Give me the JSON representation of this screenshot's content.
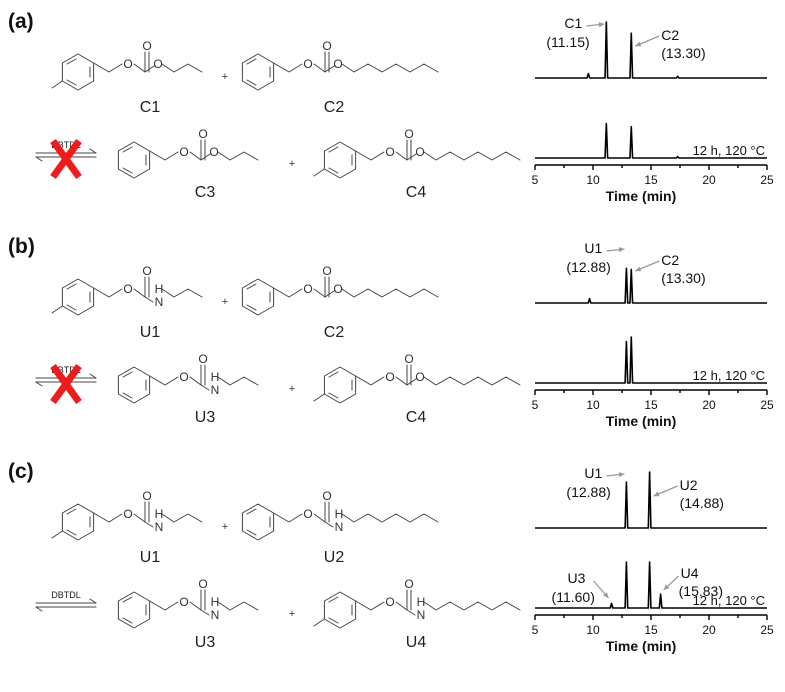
{
  "panels": [
    {
      "label": "(a)",
      "top": {
        "left": "C1",
        "right": "C2"
      },
      "bottom": {
        "left": "C3",
        "right": "C4",
        "catalyst": "DBTDL",
        "blocked": true
      },
      "chrom_top": {
        "peaks": [
          {
            "label": "C1",
            "time": "(11.15)"
          },
          {
            "label": "C2",
            "time": "(13.30)"
          }
        ]
      },
      "chrom_bottom": {
        "condition": "12 h, 120 °C",
        "peaks": []
      }
    },
    {
      "label": "(b)",
      "top": {
        "left": "U1",
        "right": "C2"
      },
      "bottom": {
        "left": "U3",
        "right": "C4",
        "catalyst": "DBTDL",
        "blocked": true
      },
      "chrom_top": {
        "peaks": [
          {
            "label": "U1",
            "time": "(12.88)"
          },
          {
            "label": "C2",
            "time": "(13.30)"
          }
        ]
      },
      "chrom_bottom": {
        "condition": "12 h, 120 °C",
        "peaks": []
      }
    },
    {
      "label": "(c)",
      "top": {
        "left": "U1",
        "right": "U2"
      },
      "bottom": {
        "left": "U3",
        "right": "U4",
        "catalyst": "DBTDL",
        "blocked": false
      },
      "chrom_top": {
        "peaks": [
          {
            "label": "U1",
            "time": "(12.88)"
          },
          {
            "label": "U2",
            "time": "(14.88)"
          }
        ]
      },
      "chrom_bottom": {
        "condition": "12 h, 120 °C",
        "peaks": [
          {
            "label": "U3",
            "time": "(11.60)"
          },
          {
            "label": "U4",
            "time": "(15.83)"
          }
        ]
      }
    }
  ],
  "atoms": {
    "O": "O",
    "H": "H",
    "N": "N",
    "plus": "+"
  },
  "axis": {
    "title": "Time (min)",
    "ticks": [
      "5",
      "10",
      "15",
      "20",
      "25"
    ]
  },
  "chart_data": [
    {
      "type": "line",
      "panel": "(a)",
      "trace": "top",
      "xlim": [
        5,
        25
      ],
      "xlabel": "Time (min)",
      "peaks": [
        {
          "x": 9.6,
          "y": 0.08
        },
        {
          "x": 11.15,
          "y": 1.0
        },
        {
          "x": 13.3,
          "y": 0.8
        },
        {
          "x": 17.3,
          "y": 0.03
        }
      ]
    },
    {
      "type": "line",
      "panel": "(a)",
      "trace": "bottom",
      "xlim": [
        5,
        25
      ],
      "xlabel": "Time (min)",
      "peaks": [
        {
          "x": 11.15,
          "y": 0.75
        },
        {
          "x": 13.3,
          "y": 0.68
        },
        {
          "x": 17.3,
          "y": 0.03
        }
      ]
    },
    {
      "type": "line",
      "panel": "(b)",
      "trace": "top",
      "xlim": [
        5,
        25
      ],
      "xlabel": "Time (min)",
      "peaks": [
        {
          "x": 9.7,
          "y": 0.08
        },
        {
          "x": 12.88,
          "y": 0.62
        },
        {
          "x": 13.3,
          "y": 0.6
        }
      ]
    },
    {
      "type": "line",
      "panel": "(b)",
      "trace": "bottom",
      "xlim": [
        5,
        25
      ],
      "xlabel": "Time (min)",
      "peaks": [
        {
          "x": 12.88,
          "y": 0.9
        },
        {
          "x": 13.3,
          "y": 1.0
        }
      ]
    },
    {
      "type": "line",
      "panel": "(c)",
      "trace": "top",
      "xlim": [
        5,
        25
      ],
      "xlabel": "Time (min)",
      "peaks": [
        {
          "x": 12.88,
          "y": 0.82
        },
        {
          "x": 14.88,
          "y": 1.0
        }
      ]
    },
    {
      "type": "line",
      "panel": "(c)",
      "trace": "bottom",
      "xlim": [
        5,
        25
      ],
      "xlabel": "Time (min)",
      "peaks": [
        {
          "x": 11.6,
          "y": 0.1
        },
        {
          "x": 12.88,
          "y": 1.0
        },
        {
          "x": 14.88,
          "y": 1.0
        },
        {
          "x": 15.83,
          "y": 0.3
        }
      ]
    }
  ]
}
